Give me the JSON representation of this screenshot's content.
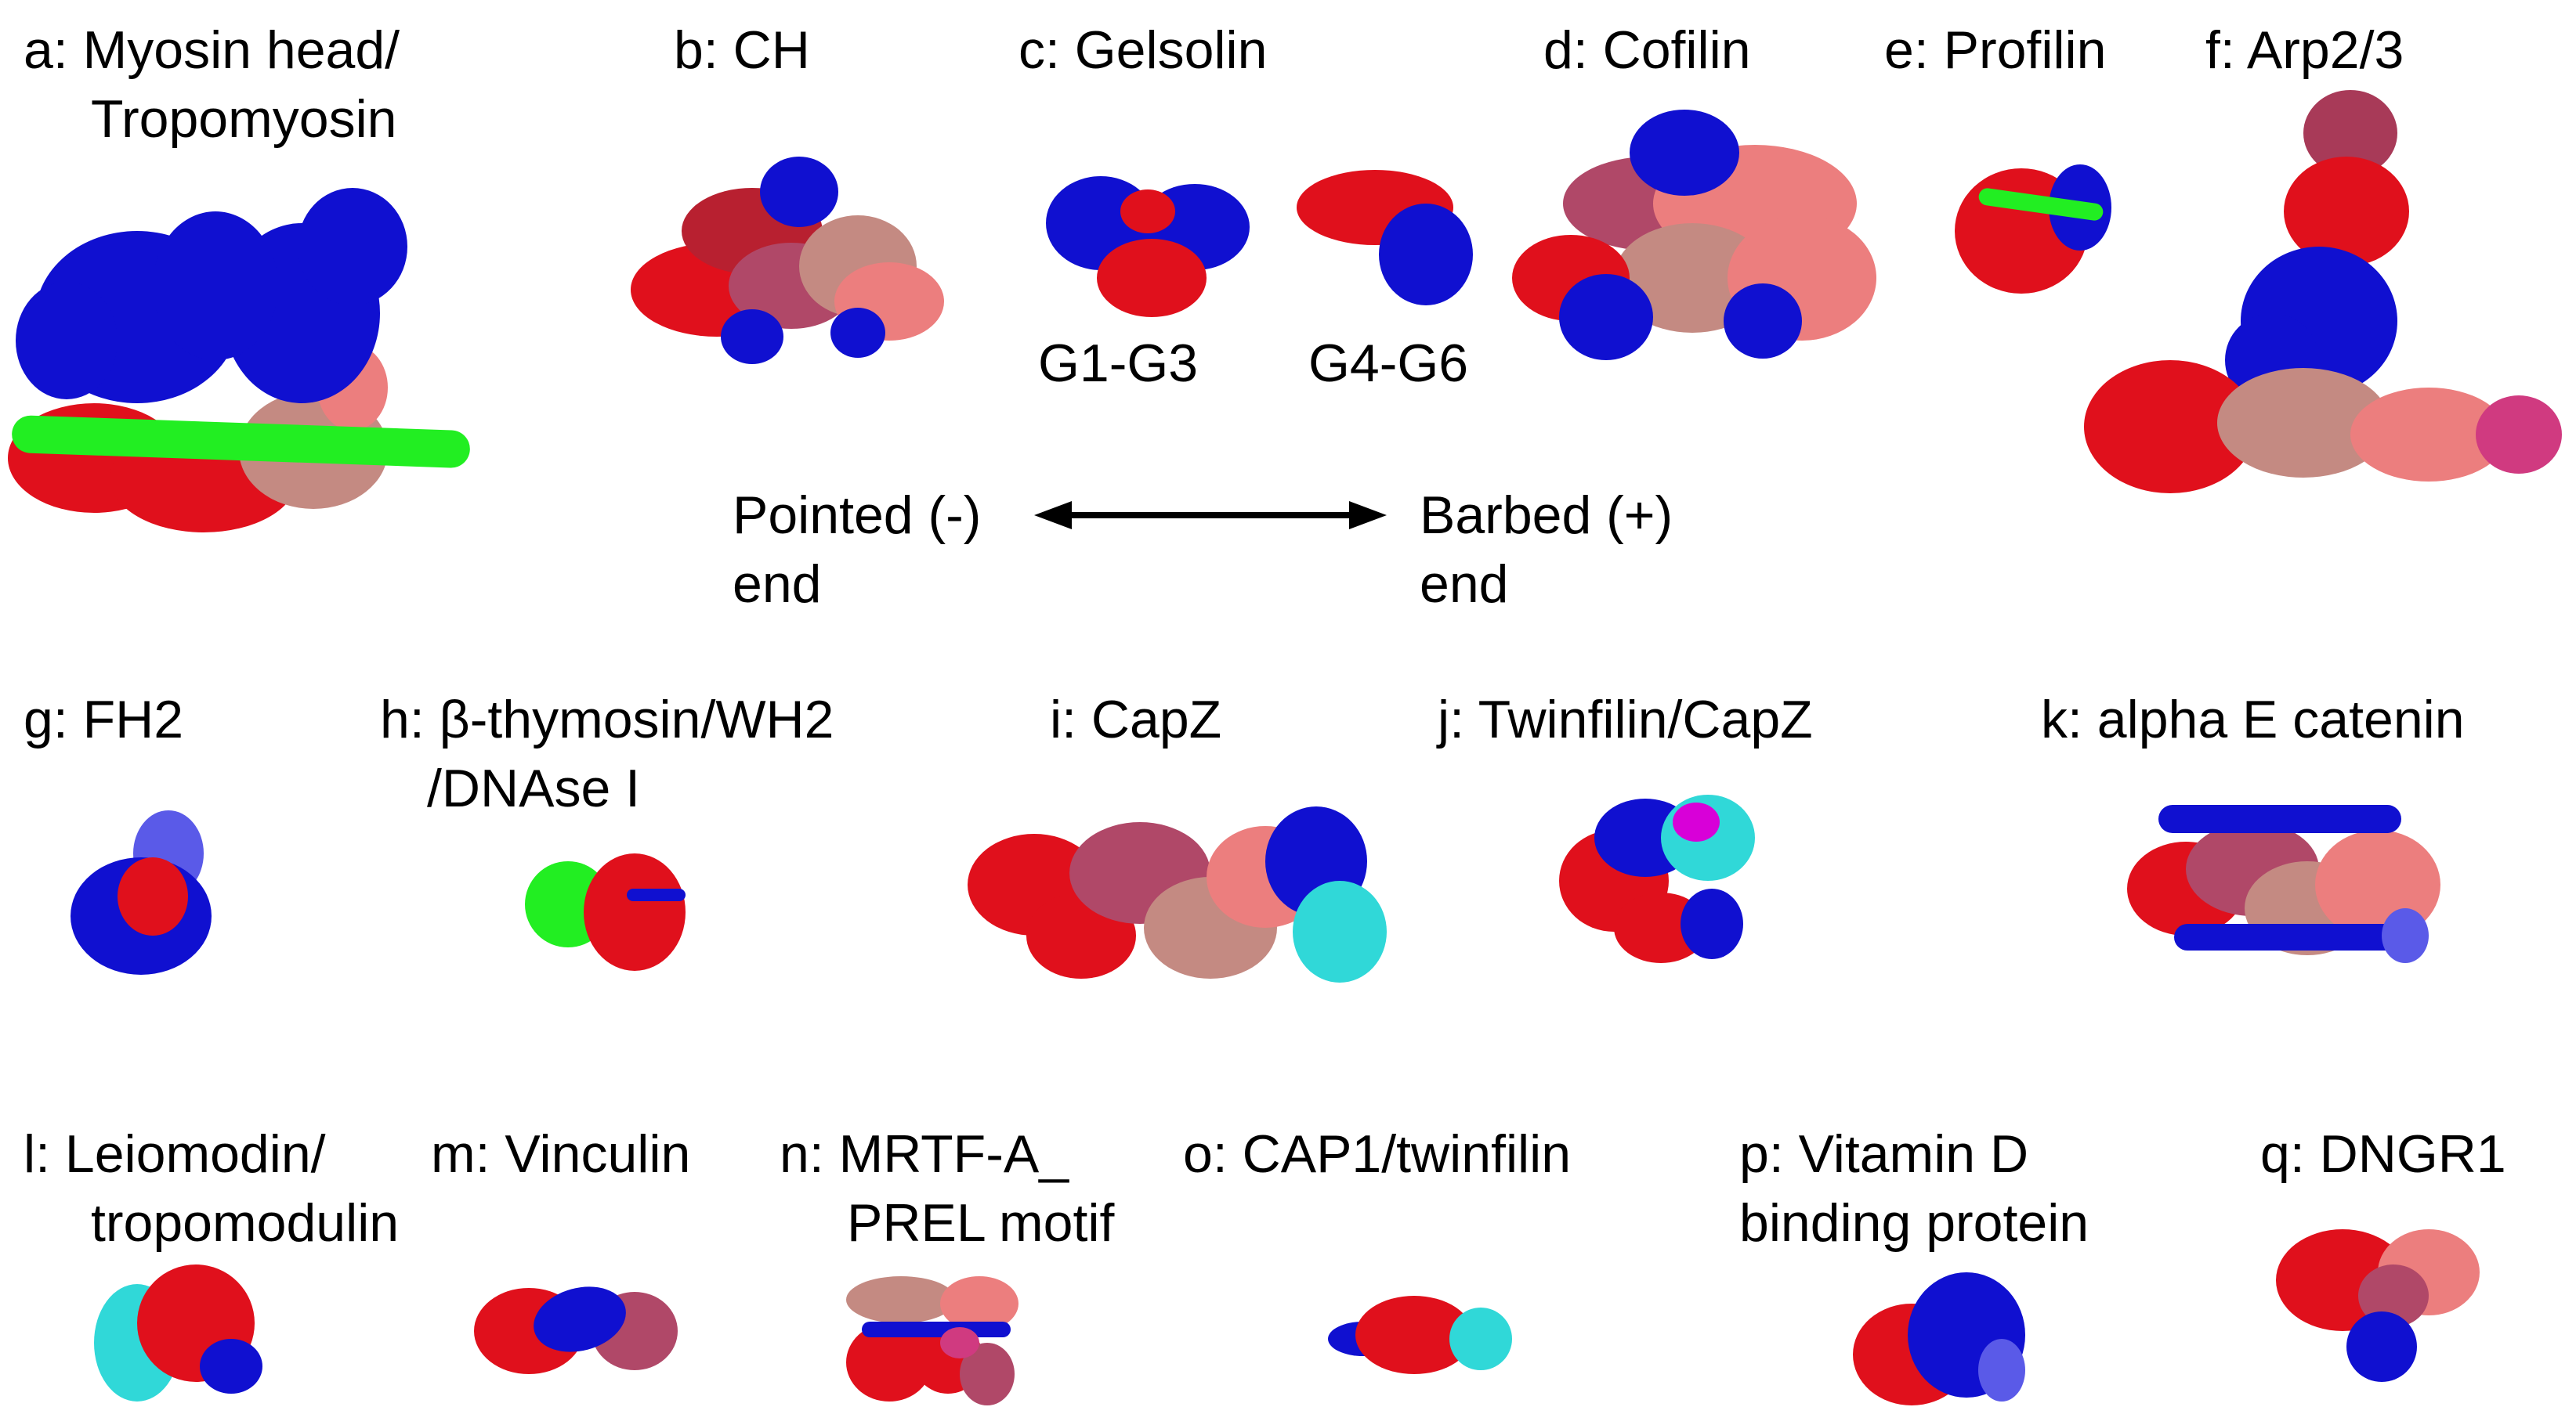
{
  "palette": {
    "actin_red": "#e0101c",
    "actin_dark_red": "#b82030",
    "actin_mauve": "#b04868",
    "actin_tan": "#c48a82",
    "actin_salmon": "#ec7e7e",
    "binder_blue": "#1010d0",
    "binder_light_blue": "#5a5ae8",
    "tropomyosin_green": "#22ee22",
    "cyan": "#30d8d8",
    "magenta": "#d800d8",
    "arp_maroon": "#a83a58",
    "arp_pink": "#d03a80"
  },
  "panels": [
    {
      "id": "a",
      "line1": "a: Myosin head/",
      "line2": "Tropomyosin"
    },
    {
      "id": "b",
      "line1": "b: CH"
    },
    {
      "id": "c",
      "line1": "c: Gelsolin",
      "sub1": "G1-G3",
      "sub2": "G4-G6"
    },
    {
      "id": "d",
      "line1": "d: Cofilin"
    },
    {
      "id": "e",
      "line1": "e: Profilin"
    },
    {
      "id": "f",
      "line1": "f: Arp2/3"
    },
    {
      "id": "g",
      "line1": "g: FH2"
    },
    {
      "id": "h",
      "line1": "h: β-thymosin/WH2",
      "line2": "/DNAse I"
    },
    {
      "id": "i",
      "line1": "i: CapZ"
    },
    {
      "id": "j",
      "line1": "j: Twinfilin/CapZ"
    },
    {
      "id": "k",
      "line1": "k: alpha E catenin"
    },
    {
      "id": "l",
      "line1": "l: Leiomodin/",
      "line2": "tropomodulin"
    },
    {
      "id": "m",
      "line1": "m: Vinculin"
    },
    {
      "id": "n",
      "line1": "n: MRTF-A_",
      "line2": "PREL motif"
    },
    {
      "id": "o",
      "line1": "o: CAP1/twinfilin"
    },
    {
      "id": "p",
      "line1": "p: Vitamin D",
      "line2": "binding protein"
    },
    {
      "id": "q",
      "line1": "q: DNGR1"
    }
  ],
  "axis": {
    "pointed_line1": "Pointed (-)",
    "pointed_line2": "end",
    "barbed_line1": "Barbed (+)",
    "barbed_line2": "end"
  }
}
